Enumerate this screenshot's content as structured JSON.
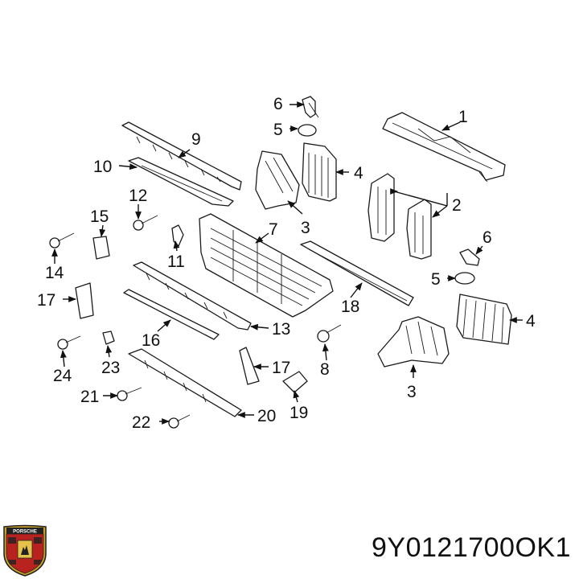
{
  "diagram": {
    "part_number": "9Y0121700OK1",
    "callouts": {
      "c1": "1",
      "c2": "2",
      "c3a": "3",
      "c3b": "3",
      "c4a": "4",
      "c4b": "4",
      "c5a": "5",
      "c5b": "5",
      "c6a": "6",
      "c6b": "6",
      "c7": "7",
      "c8": "8",
      "c9": "9",
      "c10": "10",
      "c11": "11",
      "c12": "12",
      "c13": "13",
      "c14": "14",
      "c15": "15",
      "c16": "16",
      "c17a": "17",
      "c17b": "17",
      "c18": "18",
      "c19": "19",
      "c20": "20",
      "c21": "21",
      "c22": "22",
      "c23": "23",
      "c24": "24"
    },
    "logo": {
      "icon": "porsche-crest-icon",
      "text": "PORSCHE"
    }
  }
}
